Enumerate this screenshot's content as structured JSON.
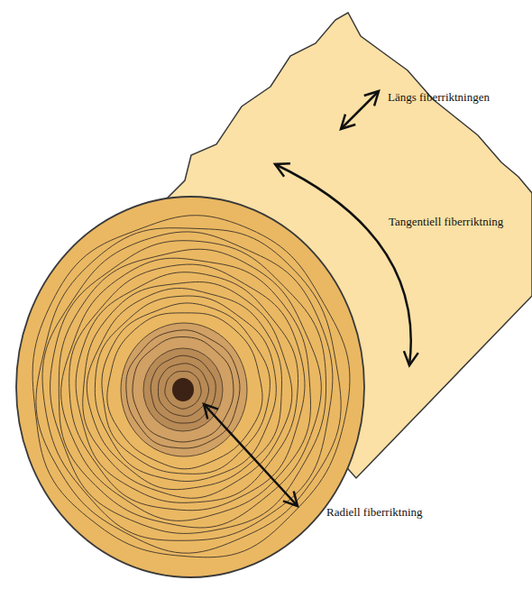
{
  "diagram": {
    "labels": [
      "Längs fiberriktningen",
      "Tangentiell fiberriktning",
      "Radiell fiberriktning"
    ]
  }
}
